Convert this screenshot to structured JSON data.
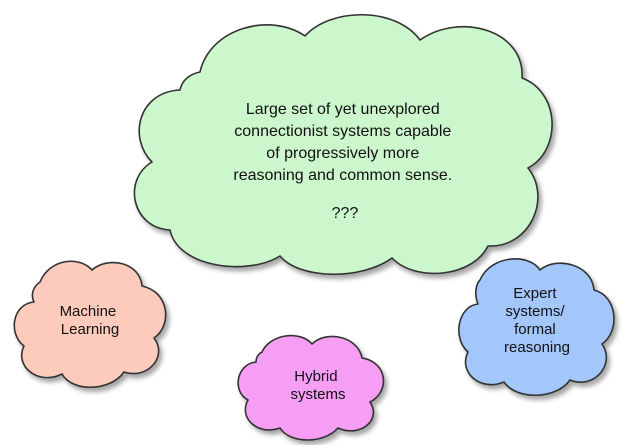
{
  "clouds": {
    "main": {
      "lines": [
        "Large set of yet unexplored",
        "connectionist systems capable",
        "of progressively more",
        "reasoning and common sense."
      ],
      "question": "???",
      "color": "#ccf6cc"
    },
    "machine_learning": {
      "lines": [
        "Machine",
        "Learning"
      ],
      "color": "#fccbbb"
    },
    "hybrid": {
      "lines": [
        "Hybrid",
        "systems"
      ],
      "color": "#f69df4"
    },
    "expert": {
      "lines": [
        "Expert",
        "systems/",
        "formal",
        "reasoning"
      ],
      "color": "#a3c7fb"
    }
  }
}
